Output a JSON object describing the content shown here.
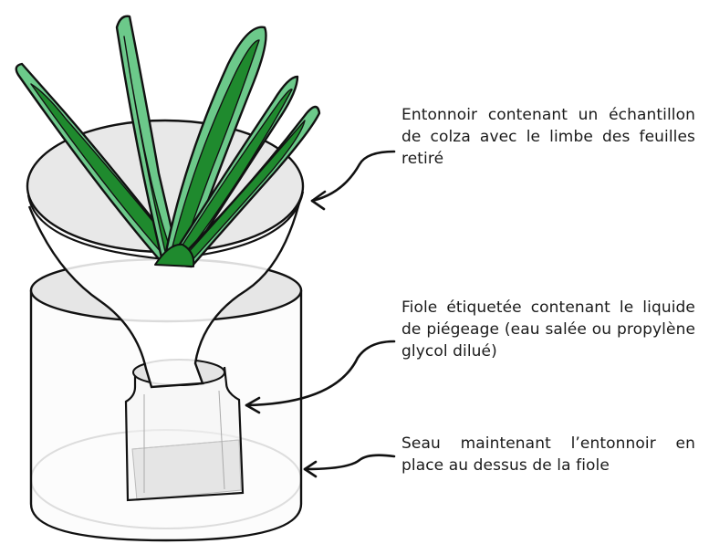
{
  "labels": {
    "funnel": "Entonnoir contenant un échantillon de colza avec le limbe des feuilles retiré",
    "vial": "Fiole étiquetée contenant le liquide de piégeage (eau salée ou propylène glycol dilué)",
    "bucket": "Seau maintenant l’entonnoir en place au dessus de la fiole"
  },
  "colors": {
    "leaf_light": "#6cc98a",
    "leaf_dark": "#1f8a2e",
    "outline": "#111111",
    "funnel_fill": "#e8e8e8",
    "bucket_fill": "#f4f4f4",
    "glass": "#d9d9d9"
  }
}
